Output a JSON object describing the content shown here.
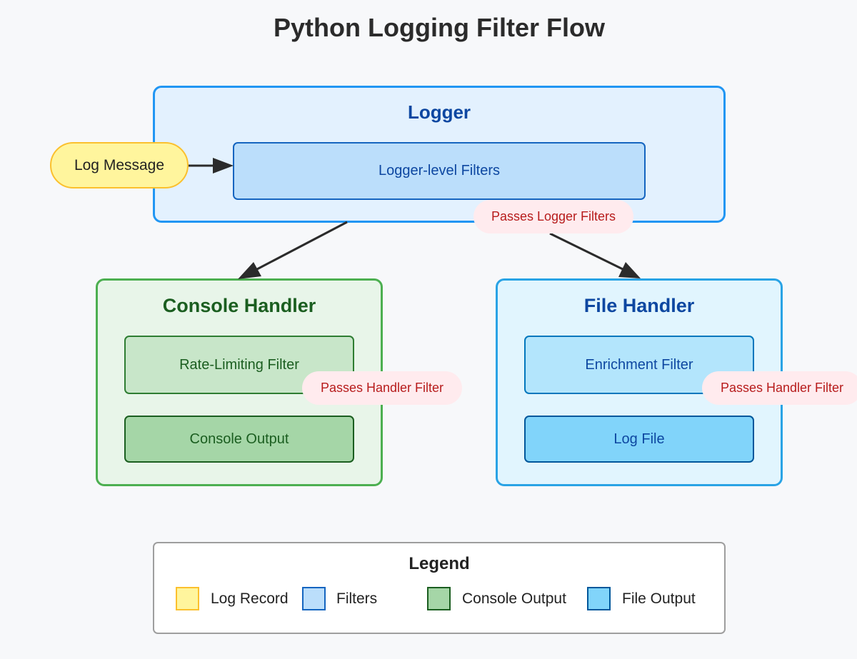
{
  "title": "Python Logging Filter Flow",
  "log_message": "Log Message",
  "logger": {
    "title": "Logger",
    "filters_label": "Logger-level Filters",
    "pass_label": "Passes Logger Filters"
  },
  "console_handler": {
    "title": "Console Handler",
    "filter_label": "Rate-Limiting Filter",
    "output_label": "Console Output",
    "pass_label": "Passes Handler Filter"
  },
  "file_handler": {
    "title": "File Handler",
    "filter_label": "Enrichment Filter",
    "output_label": "Log File",
    "pass_label": "Passes Handler Filter"
  },
  "legend": {
    "title": "Legend",
    "items": [
      {
        "label": "Log Record",
        "color": "#fff59d",
        "border": "#fbc02d"
      },
      {
        "label": "Filters",
        "color": "#bbdefb",
        "border": "#1565c0"
      },
      {
        "label": "Console Output",
        "color": "#a5d6a7",
        "border": "#1b5e20"
      },
      {
        "label": "File Output",
        "color": "#81d4fa",
        "border": "#01579b"
      }
    ]
  }
}
